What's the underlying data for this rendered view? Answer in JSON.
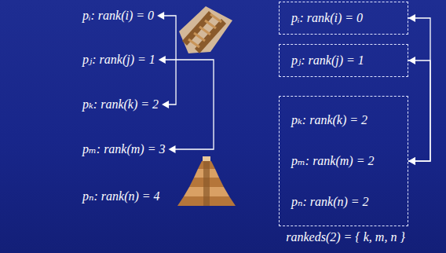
{
  "diagram": {
    "nodes": [
      {
        "text": [
          "pᵢ: rank(i) = 0"
        ]
      },
      {
        "text": [
          "pⱼ: rank(j) = 1"
        ]
      },
      {
        "text": [
          "pₖ: rank(k) = 2",
          "pₘ: rank(m) = 2",
          "pₙ: rank(n) = 2"
        ]
      }
    ],
    "edges": [
      {
        "from": 0,
        "to": 2,
        "arrow": "both"
      },
      {
        "from": 1,
        "to": 2,
        "arrow": "both"
      }
    ],
    "labels": [
      "pᵢ: rank(i) = 0",
      "pⱼ: rank(j) = 1",
      "pₖ: rank(k) = 2",
      "pₘ: rank(m) = 3",
      "pₙ: rank(n) = 4",
      "rankeds(2) = { k, m, n }"
    ]
  }
}
